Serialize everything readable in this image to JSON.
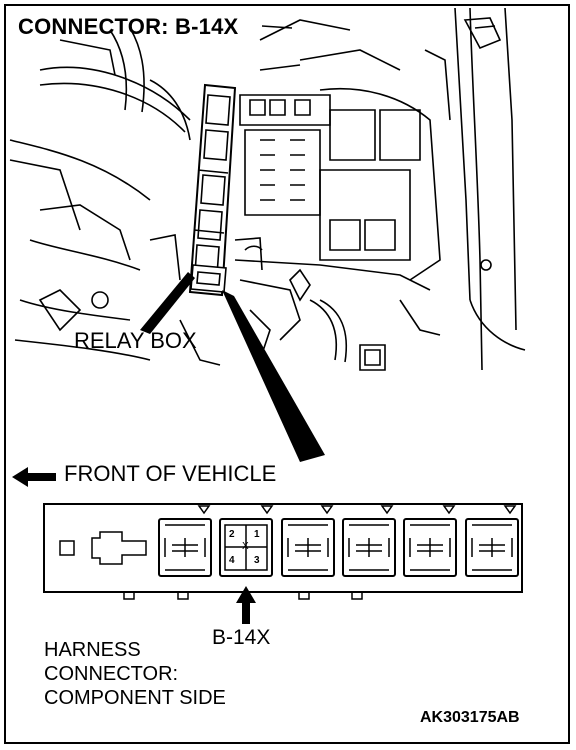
{
  "title": "CONNECTOR: B-14X",
  "photo_label": "RELAY BOX",
  "direction_label": "FRONT OF VEHICLE",
  "connector": {
    "id_label": "B-14X",
    "pins": [
      "2",
      "1",
      "4",
      "3"
    ],
    "marker": "X"
  },
  "caption": {
    "line1": "HARNESS",
    "line2": "CONNECTOR:",
    "line3": "COMPONENT SIDE"
  },
  "figure_code": "AK303175AB"
}
